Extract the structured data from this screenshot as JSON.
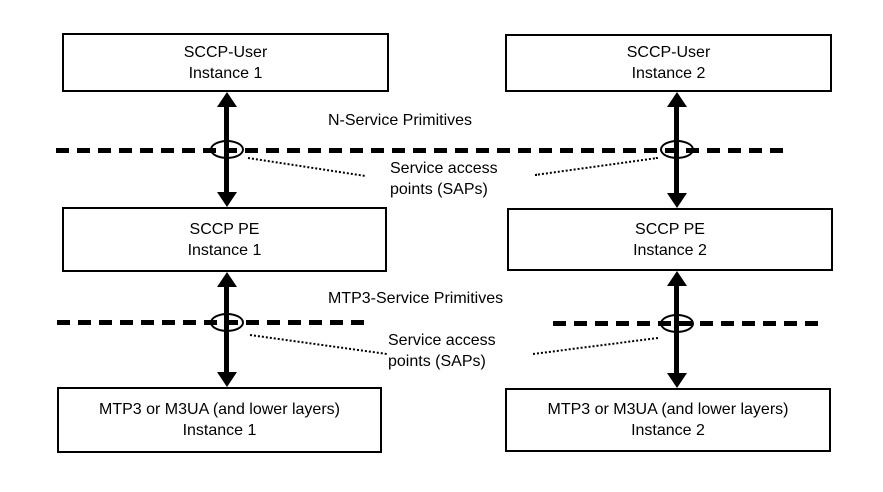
{
  "colors": {
    "line": "#000000",
    "background": "#ffffff",
    "text": "#000000"
  },
  "boxes": {
    "sccp_user_1": {
      "title": "SCCP-User",
      "instance": "Instance 1"
    },
    "sccp_user_2": {
      "title": "SCCP-User",
      "instance": "Instance 2"
    },
    "sccp_pe_1": {
      "title": "SCCP PE",
      "instance": "Instance 1"
    },
    "sccp_pe_2": {
      "title": "SCCP PE",
      "instance": "Instance 2"
    },
    "mtp3_1": {
      "title": "MTP3 or M3UA (and lower layers)",
      "instance": "Instance 1"
    },
    "mtp3_2": {
      "title": "MTP3 or M3UA (and lower layers)",
      "instance": "Instance 2"
    }
  },
  "labels": {
    "n_service_primitives": "N-Service Primitives",
    "mtp3_service_primitives": "MTP3-Service Primitives",
    "sap_upper": {
      "line1": "Service access",
      "line2": "points (SAPs)"
    },
    "sap_lower": {
      "line1": "Service access",
      "line2": "points (SAPs)"
    }
  }
}
